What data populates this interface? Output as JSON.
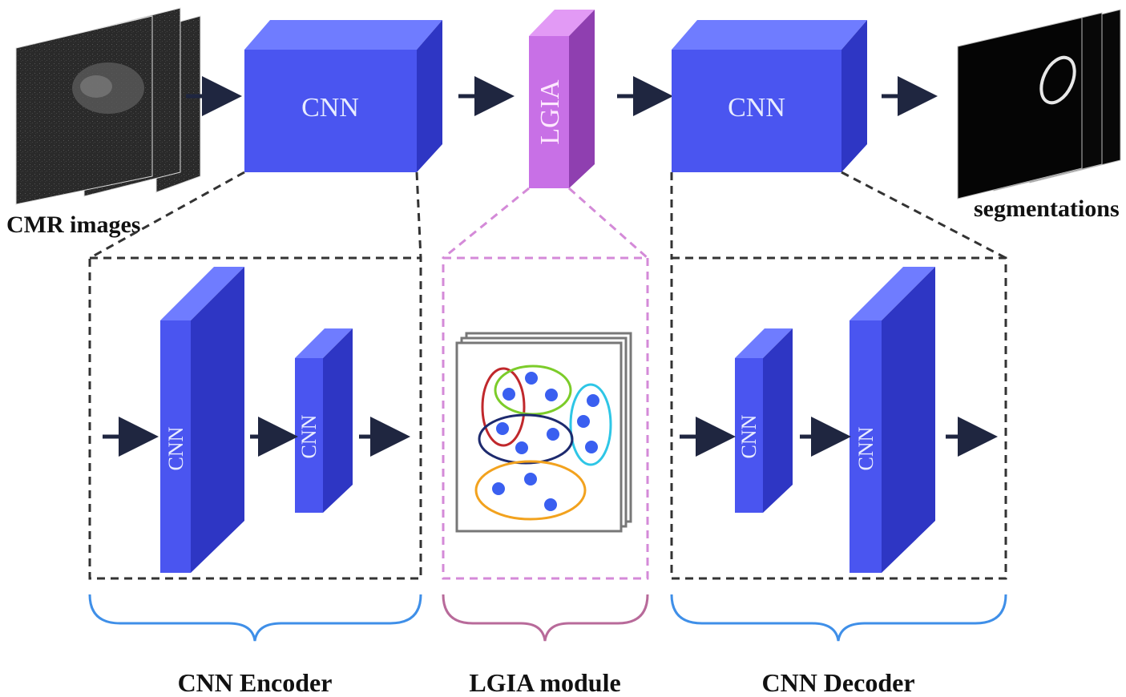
{
  "labels": {
    "input": "CMR images",
    "output": "segmentations",
    "cnn": "CNN",
    "lgia": "LGIA",
    "encoder": "CNN Encoder",
    "module": "LGIA module",
    "decoder": "CNN Decoder"
  },
  "colors": {
    "block_front": "#4a55f0",
    "block_top": "#6f7cff",
    "block_side": "#2e36c4",
    "lgia_front": "#c870e6",
    "lgia_top": "#e29af5",
    "lgia_side": "#8f3fb0",
    "arrow": "#1f2640",
    "dash_dark": "#333333",
    "dash_pink": "#d48ad8",
    "brace_blue": "#3f8fe8",
    "brace_pink": "#b86a9a",
    "cluster_red": "#c0282c",
    "cluster_green": "#7ccc2a",
    "cluster_cyan": "#2ec6e6",
    "cluster_navy": "#1d2a6e",
    "cluster_orange": "#f2a21e",
    "dot": "#3a5ff0"
  }
}
